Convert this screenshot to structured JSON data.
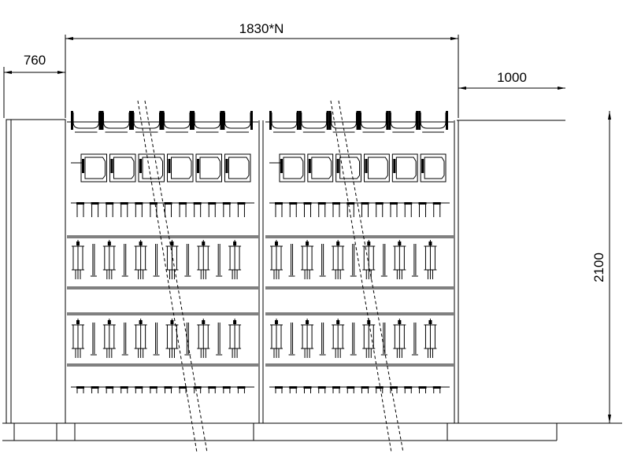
{
  "dimensions": {
    "total_width": "1830*N",
    "left_clearance": "760",
    "right_clearance": "1000",
    "height": "2100"
  },
  "drawing": {
    "rack_modules": 2,
    "spool_positions_per_module": 6,
    "box_positions_per_module": 6,
    "hook_positions_per_module": 12,
    "spindle_positions_per_module": 11
  }
}
